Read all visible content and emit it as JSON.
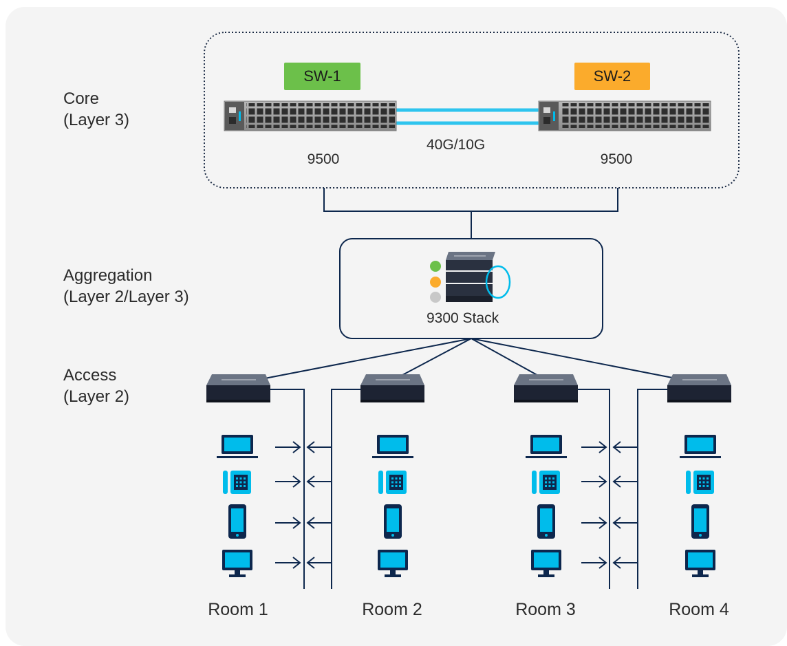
{
  "tiers": {
    "core": {
      "line1": "Core",
      "line2": "(Layer 3)"
    },
    "aggregation": {
      "line1": "Aggregation",
      "line2": "(Layer 2/Layer 3)"
    },
    "access": {
      "line1": "Access",
      "line2": "(Layer 2)"
    }
  },
  "core": {
    "sw1": {
      "label": "SW-1",
      "model": "9500",
      "color": "#6cc04a"
    },
    "sw2": {
      "label": "SW-2",
      "model": "9500",
      "color": "#fbab2c"
    },
    "link_label": "40G/10G",
    "link_color": "#2ec4ee"
  },
  "aggregation": {
    "stack_label": "9300 Stack",
    "status_colors": [
      "#6cc04a",
      "#fbab2c",
      "#c8c8c8"
    ]
  },
  "rooms": [
    "Room 1",
    "Room 2",
    "Room 3",
    "Room 4"
  ],
  "device_icons": [
    "laptop-icon",
    "phone-icon",
    "mobile-icon",
    "desktop-icon"
  ],
  "colors": {
    "accent": "#00bceb",
    "line": "#0d274d",
    "switch": "#1d2333"
  }
}
